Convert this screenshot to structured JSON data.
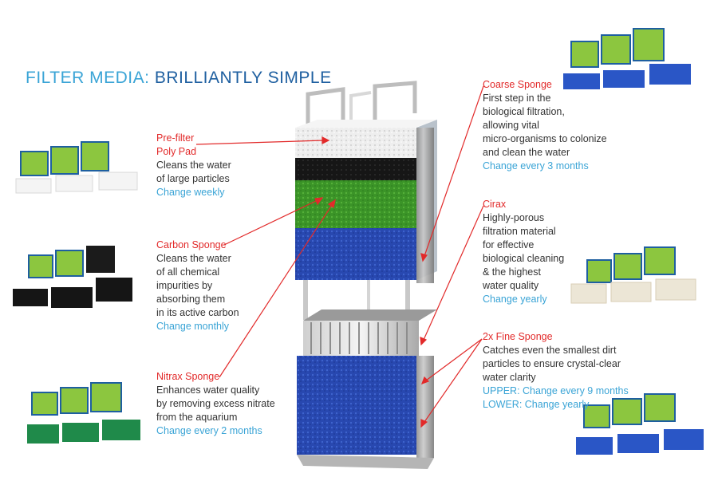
{
  "title": {
    "main": "FILTER MEDIA:",
    "accent": "BRILLIANTLY SIMPLE"
  },
  "media": [
    {
      "name_lines": [
        "Pre-filter",
        "Poly Pad"
      ],
      "desc_lines": [
        "Cleans the water",
        "of large particles"
      ],
      "change_lines": [
        "Change weekly"
      ],
      "color": "#f2f2f2"
    },
    {
      "name_lines": [
        "Carbon Sponge"
      ],
      "desc_lines": [
        "Cleans the water",
        "of all chemical",
        "impurities by",
        "absorbing them",
        "in its active carbon"
      ],
      "change_lines": [
        "Change monthly"
      ],
      "color": "#1a1a1a"
    },
    {
      "name_lines": [
        "Nitrax Sponge"
      ],
      "desc_lines": [
        "Enhances water quality",
        "by removing excess nitrate",
        "from the aquarium"
      ],
      "change_lines": [
        "Change every 2 months"
      ],
      "color": "#3f9a2a"
    },
    {
      "name_lines": [
        "Coarse Sponge"
      ],
      "desc_lines": [
        "First step in the",
        "biological filtration,",
        "allowing vital",
        "micro-organisms to colonize",
        "and clean the water"
      ],
      "change_lines": [
        "Change every 3 months"
      ],
      "color": "#2a4fb8"
    },
    {
      "name_lines": [
        "Cirax"
      ],
      "desc_lines": [
        "Highly-porous",
        "filtration material",
        "for effective",
        "biological cleaning",
        "& the highest",
        "water quality"
      ],
      "change_lines": [
        "Change yearly"
      ],
      "color": "#e8e2d2"
    },
    {
      "name_lines": [
        "2x Fine Sponge"
      ],
      "desc_lines": [
        "Catches even the smallest dirt",
        "particles to ensure crystal-clear",
        "water clarity"
      ],
      "change_lines": [
        "UPPER: Change every 9 months",
        "LOWER: Change yearly"
      ],
      "color": "#2446a8"
    }
  ],
  "colors": {
    "title": "#3aa4d6",
    "title_accent": "#1e5fa0",
    "media_name": "#e22a2a",
    "change_text": "#3aa4d6",
    "pointer_line": "#e22a2a",
    "package_green": "#8cc63f",
    "package_blue": "#1e5fa0"
  }
}
